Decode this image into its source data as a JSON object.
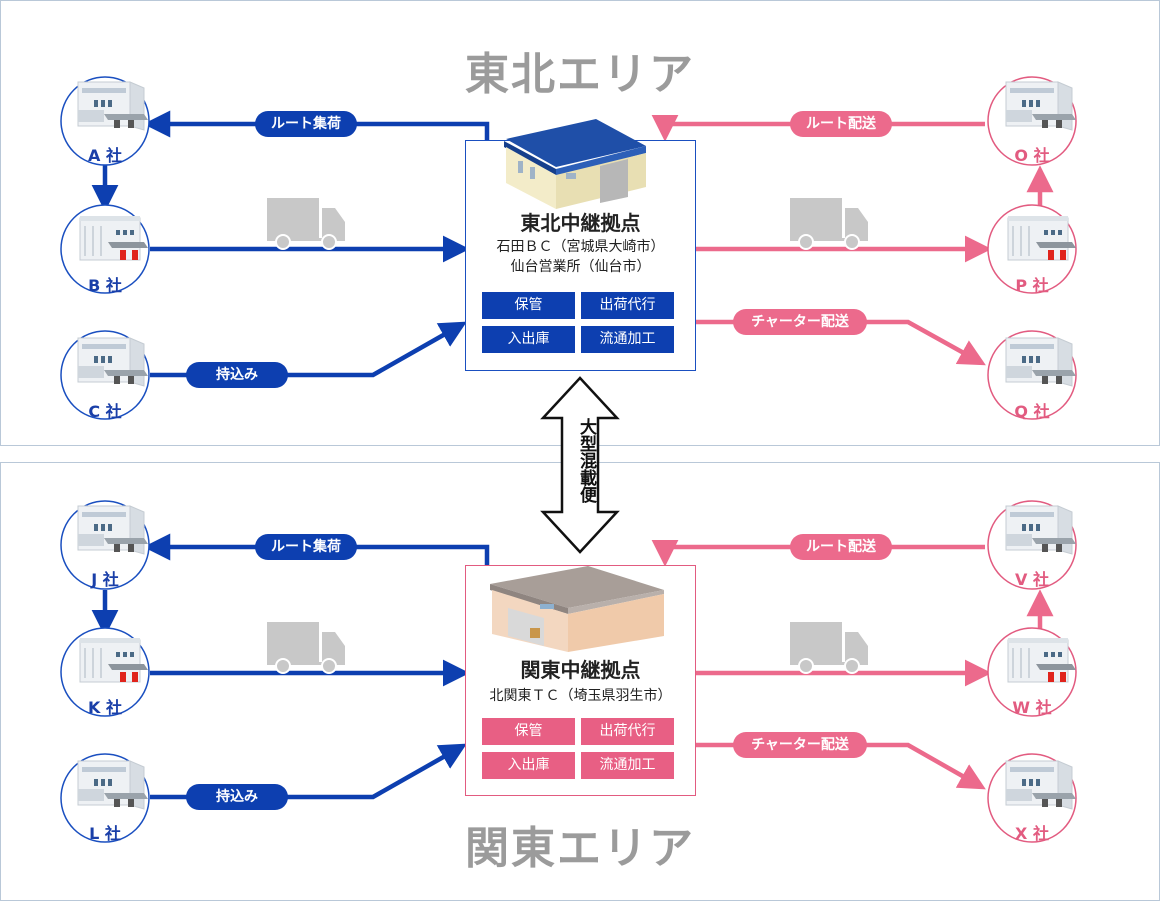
{
  "tohoku": {
    "area_title": "東北エリア",
    "hub_name": "東北中継拠点",
    "hub_lines": [
      "石田ＢＣ（宮城県大崎市）",
      "仙台営業所（仙台市）"
    ],
    "services": [
      "保管",
      "出荷代行",
      "入出庫",
      "流通加工"
    ],
    "left_companies": [
      "A 社",
      "B 社",
      "C 社"
    ],
    "right_companies": [
      "O 社",
      "P 社",
      "Q 社"
    ],
    "route_collect": "ルート集荷",
    "bring_in": "持込み",
    "route_delivery": "ルート配送",
    "charter_delivery": "チャーター配送"
  },
  "kanto": {
    "area_title": "関東エリア",
    "hub_name": "関東中継拠点",
    "hub_lines": [
      "北関東ＴＣ（埼玉県羽生市）"
    ],
    "services": [
      "保管",
      "出荷代行",
      "入出庫",
      "流通加工"
    ],
    "left_companies": [
      "J 社",
      "K 社",
      "L 社"
    ],
    "right_companies": [
      "V 社",
      "W 社",
      "X 社"
    ],
    "route_collect": "ルート集荷",
    "bring_in": "持込み",
    "route_delivery": "ルート配送",
    "charter_delivery": "チャーター配送"
  },
  "center_link": "大型混載便",
  "colors": {
    "blue": "#0d3fb0",
    "pink": "#ec6a8c",
    "area_title": "#9b9b9b"
  },
  "icons": {
    "company": "office-building-icon",
    "truck": "truck-icon",
    "hub_tohoku": "blue-roof-warehouse-icon",
    "hub_kanto": "brown-roof-warehouse-icon"
  }
}
